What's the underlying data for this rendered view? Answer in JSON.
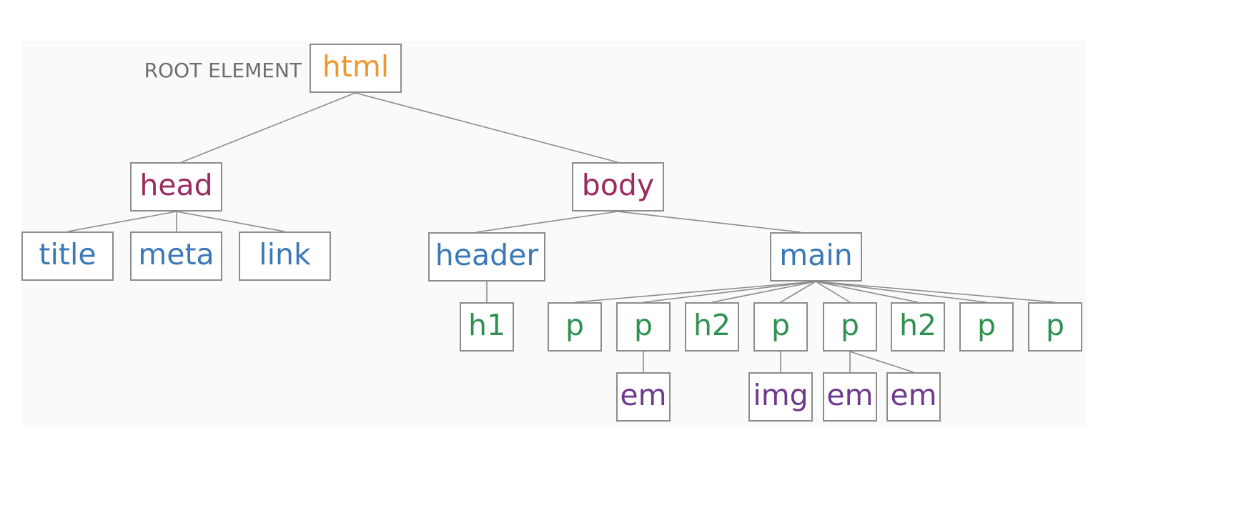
{
  "root_label": "ROOT ELEMENT",
  "colors": {
    "root": "#f0962e",
    "section": "#9b2a5e",
    "container": "#3b78b6",
    "content": "#2e9150",
    "inline": "#6e3a8e"
  },
  "nodes": {
    "html": "html",
    "head": "head",
    "body": "body",
    "title": "title",
    "meta": "meta",
    "link": "link",
    "header": "header",
    "main": "main",
    "h1": "h1",
    "main_children": [
      "p",
      "p",
      "h2",
      "p",
      "p",
      "h2",
      "p",
      "p"
    ],
    "em_1": "em",
    "img": "img",
    "em_2": "em",
    "em_3": "em"
  }
}
